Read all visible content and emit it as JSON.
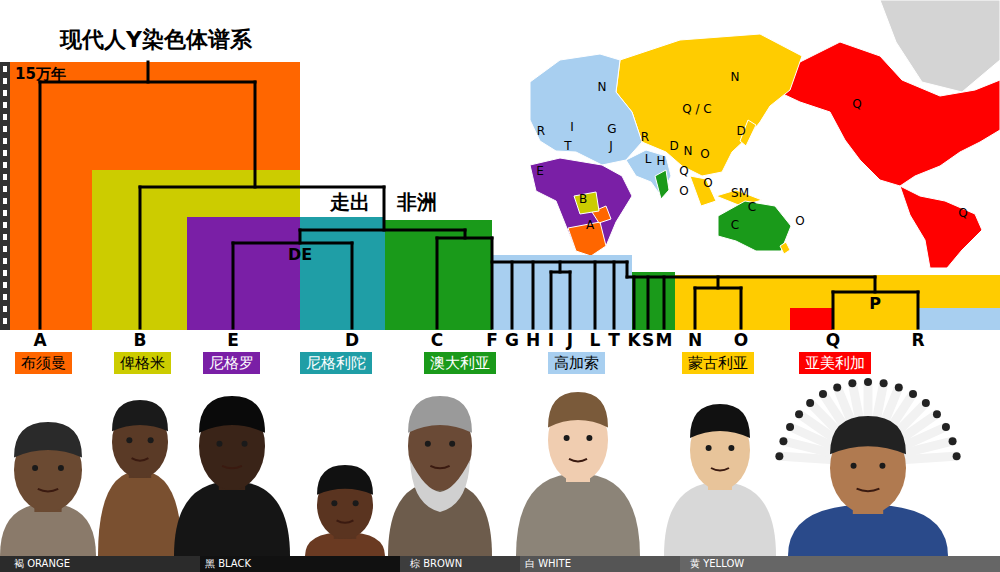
{
  "diagram": {
    "title": "现代人Y染色体谱系",
    "nodes": [
      {
        "text": [
          "布须曼"
        ]
      },
      {
        "text": [
          "俾格米"
        ]
      },
      {
        "text": [
          "尼格罗"
        ]
      },
      {
        "text": [
          "尼格利陀"
        ]
      },
      {
        "text": [
          "澳大利亚"
        ]
      },
      {
        "text": [
          "高加索"
        ]
      },
      {
        "text": [
          "蒙古利亚"
        ]
      },
      {
        "text": [
          "亚美利加"
        ]
      }
    ],
    "labels": [
      "15万年",
      "走出 非洲",
      "DE",
      "P",
      "A",
      "B",
      "E",
      "D",
      "C",
      "F",
      "G",
      "H",
      "I",
      "J",
      "L",
      "T",
      "K",
      "S",
      "M",
      "N",
      "O",
      "Q",
      "R",
      "N",
      "Q / C",
      "N",
      "R",
      "I",
      "T",
      "G",
      "J",
      "R",
      "L",
      "H",
      "D",
      "N",
      "O",
      "D",
      "Q",
      "O",
      "O",
      "E",
      "B",
      "A",
      "SM",
      "C",
      "C",
      "O",
      "Q",
      "Q",
      "褐 ORANGE",
      "黑 BLACK",
      "棕 BROWN",
      "白 WHITE",
      "黄 YELLOW"
    ]
  }
}
